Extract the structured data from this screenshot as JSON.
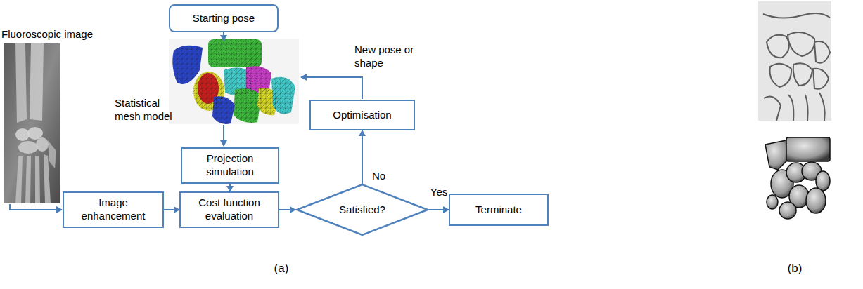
{
  "diagram": {
    "nodes": [
      {
        "text": [
          "Starting pose"
        ]
      },
      {
        "text": [
          "Optimisation"
        ]
      },
      {
        "text": [
          "Projection simulation"
        ]
      },
      {
        "text": [
          "Image enhancement"
        ]
      },
      {
        "text": [
          "Cost function evaluation"
        ]
      },
      {
        "text": [
          "Satisfied?"
        ]
      },
      {
        "text": [
          "Terminate"
        ]
      }
    ],
    "edges": [
      {
        "from": 3,
        "to": 4,
        "arrow": "to"
      },
      {
        "from": 2,
        "to": 4,
        "arrow": "to"
      },
      {
        "from": 4,
        "to": 5,
        "arrow": "to"
      },
      {
        "from": 5,
        "to": 6,
        "label": "Yes",
        "arrow": "to"
      },
      {
        "from": 5,
        "to": 1,
        "label": "No",
        "arrow": "to"
      }
    ],
    "labels": [
      "Fluoroscopic image",
      "Statistical mesh model",
      "New pose or shape",
      "(a)",
      "(b)"
    ]
  }
}
